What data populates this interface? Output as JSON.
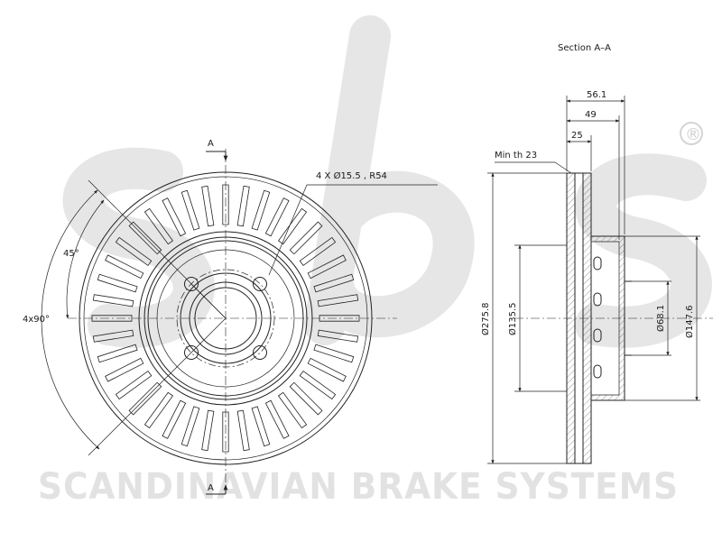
{
  "watermark": {
    "brand_logo": "sbs",
    "company": "SCANDINAVIAN BRAKE SYSTEMS",
    "registered_mark": "®"
  },
  "front_view": {
    "section_marker_top": "A",
    "section_marker_bottom": "A",
    "bolt_pattern": "4 X Ø15.5 , R54",
    "angle_half": "45°",
    "angle_pattern": "4x90°"
  },
  "section_view": {
    "title": "Section A–A",
    "min_thickness": "Min th 23",
    "dim_overall_height": "56.1",
    "dim_total_thickness": "49",
    "dim_disc_thickness": "25",
    "dim_outer_diameter": "Ø275.8",
    "dim_hat_diameter": "Ø135.5",
    "dim_center_bore": "Ø68.1",
    "dim_hat_outer": "Ø147.6"
  }
}
